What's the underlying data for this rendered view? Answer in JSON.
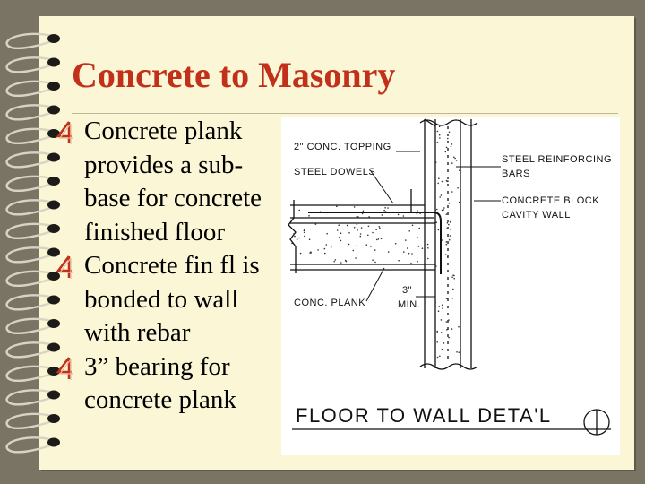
{
  "slide": {
    "title": "Concrete to Masonry",
    "bullets": [
      "Concrete plank provides a sub-base for concrete finished floor",
      "Concrete fin fl is bonded to wall with rebar",
      "3” bearing for concrete plank"
    ],
    "bullet_icon": "numeral-4-icon",
    "bullet_color": "#c0301a",
    "title_color": "#c0301a"
  },
  "figure": {
    "labels": {
      "topping": "2\" CONC. TOPPING",
      "dowels": "STEEL DOWELS",
      "rebar_1": "STEEL REINFORCING",
      "rebar_2": "BARS",
      "block_1": "CONCRETE BLOCK",
      "block_2": "CAVITY WALL",
      "plank": "CONC. PLANK",
      "bearing_1": "3\"",
      "bearing_2": "MIN.",
      "caption": "FLOOR TO WALL DETA'L"
    }
  }
}
